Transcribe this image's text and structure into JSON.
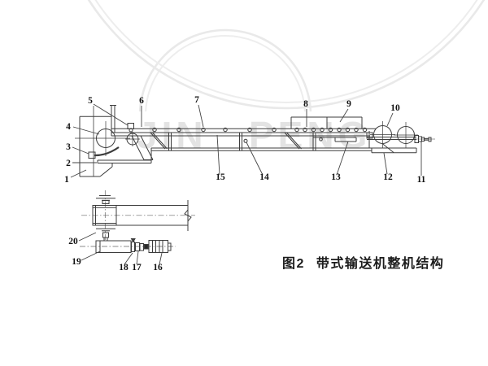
{
  "figure": {
    "caption": {
      "figure_number": "图2",
      "title": "带式输送机整机结构"
    }
  },
  "watermark": {
    "left_text": "JIN",
    "right_text": "PENG",
    "color": "#e3e3e3"
  },
  "drawing": {
    "line_color": "#3c3c3c",
    "label_color": "#111111"
  },
  "part_labels": [
    "1",
    "2",
    "3",
    "4",
    "5",
    "6",
    "7",
    "8",
    "9",
    "10",
    "11",
    "12",
    "13",
    "14",
    "15",
    "16",
    "17",
    "18",
    "19",
    "20"
  ]
}
